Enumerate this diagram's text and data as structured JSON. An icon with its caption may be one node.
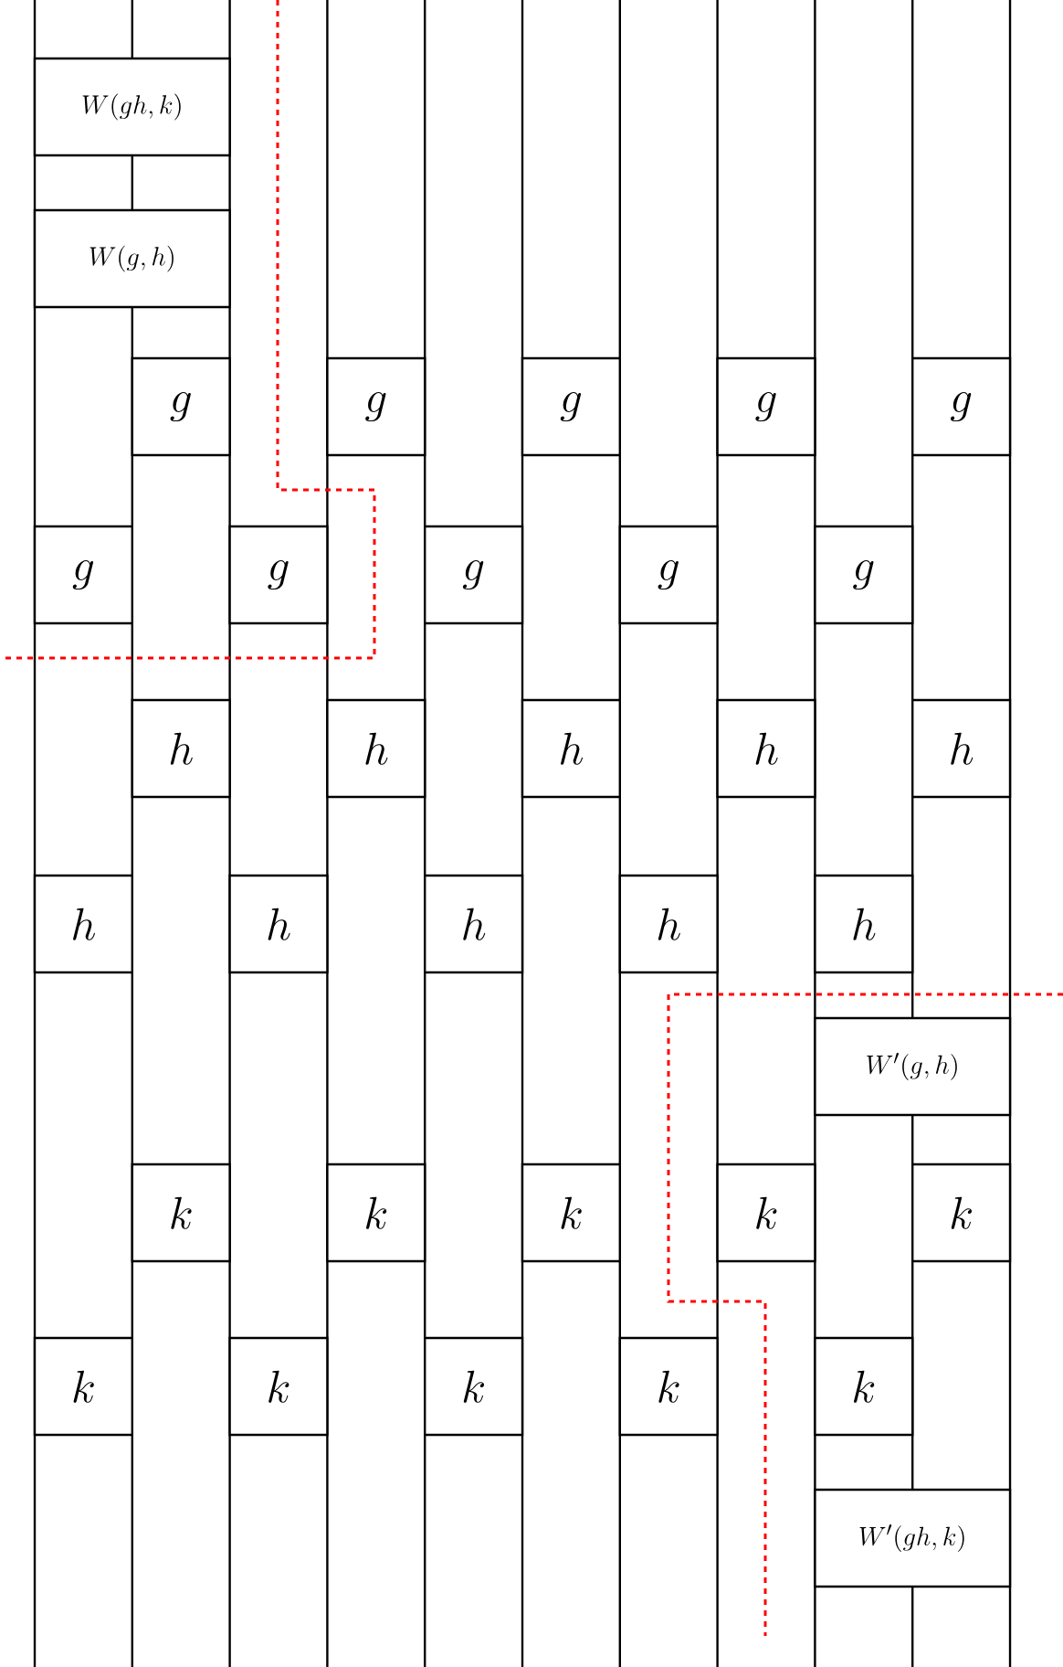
{
  "diagram": {
    "nodes": [
      {
        "text": [
          "W(gh,k)"
        ]
      },
      {
        "text": [
          "W(g,h)"
        ]
      },
      {
        "text": [
          "g"
        ]
      },
      {
        "text": [
          "g"
        ]
      },
      {
        "text": [
          "g"
        ]
      },
      {
        "text": [
          "g"
        ]
      },
      {
        "text": [
          "g"
        ]
      },
      {
        "text": [
          "g"
        ]
      },
      {
        "text": [
          "g"
        ]
      },
      {
        "text": [
          "g"
        ]
      },
      {
        "text": [
          "g"
        ]
      },
      {
        "text": [
          "g"
        ]
      },
      {
        "text": [
          "h"
        ]
      },
      {
        "text": [
          "h"
        ]
      },
      {
        "text": [
          "h"
        ]
      },
      {
        "text": [
          "h"
        ]
      },
      {
        "text": [
          "h"
        ]
      },
      {
        "text": [
          "h"
        ]
      },
      {
        "text": [
          "h"
        ]
      },
      {
        "text": [
          "h"
        ]
      },
      {
        "text": [
          "h"
        ]
      },
      {
        "text": [
          "h"
        ]
      },
      {
        "text": [
          "W'(g,h)"
        ]
      },
      {
        "text": [
          "k"
        ]
      },
      {
        "text": [
          "k"
        ]
      },
      {
        "text": [
          "k"
        ]
      },
      {
        "text": [
          "k"
        ]
      },
      {
        "text": [
          "k"
        ]
      },
      {
        "text": [
          "k"
        ]
      },
      {
        "text": [
          "k"
        ]
      },
      {
        "text": [
          "k"
        ]
      },
      {
        "text": [
          "k"
        ]
      },
      {
        "text": [
          "k"
        ]
      },
      {
        "text": [
          "W'(gh,k)"
        ]
      }
    ]
  }
}
